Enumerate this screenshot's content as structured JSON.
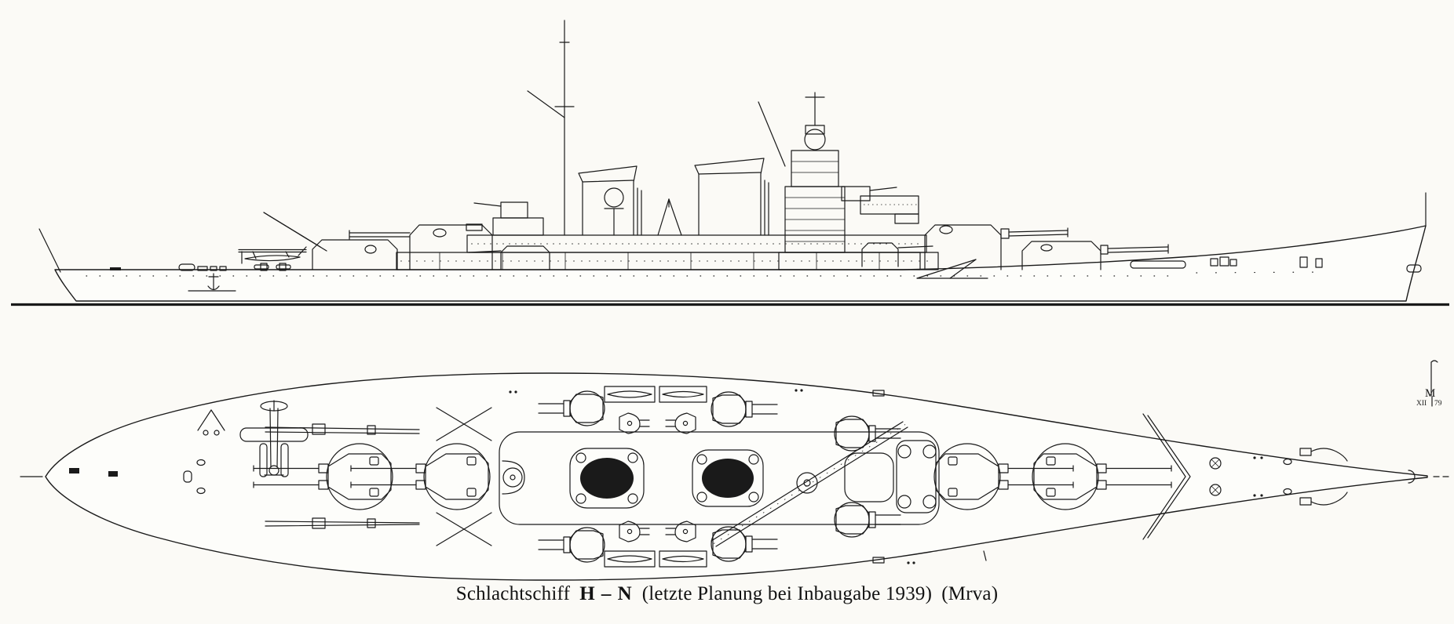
{
  "colors": {
    "paper": "#fbfaf6",
    "ink": "#1a1a1a"
  },
  "caption": {
    "prefix": "Schlachtschiff",
    "ship_name": "H – N",
    "suffix": "(letzte Planung bei Inbaugabe 1939)",
    "credit": "(Mrva)"
  },
  "signature": {
    "monogram": "M",
    "month": "XII",
    "year": "79"
  }
}
